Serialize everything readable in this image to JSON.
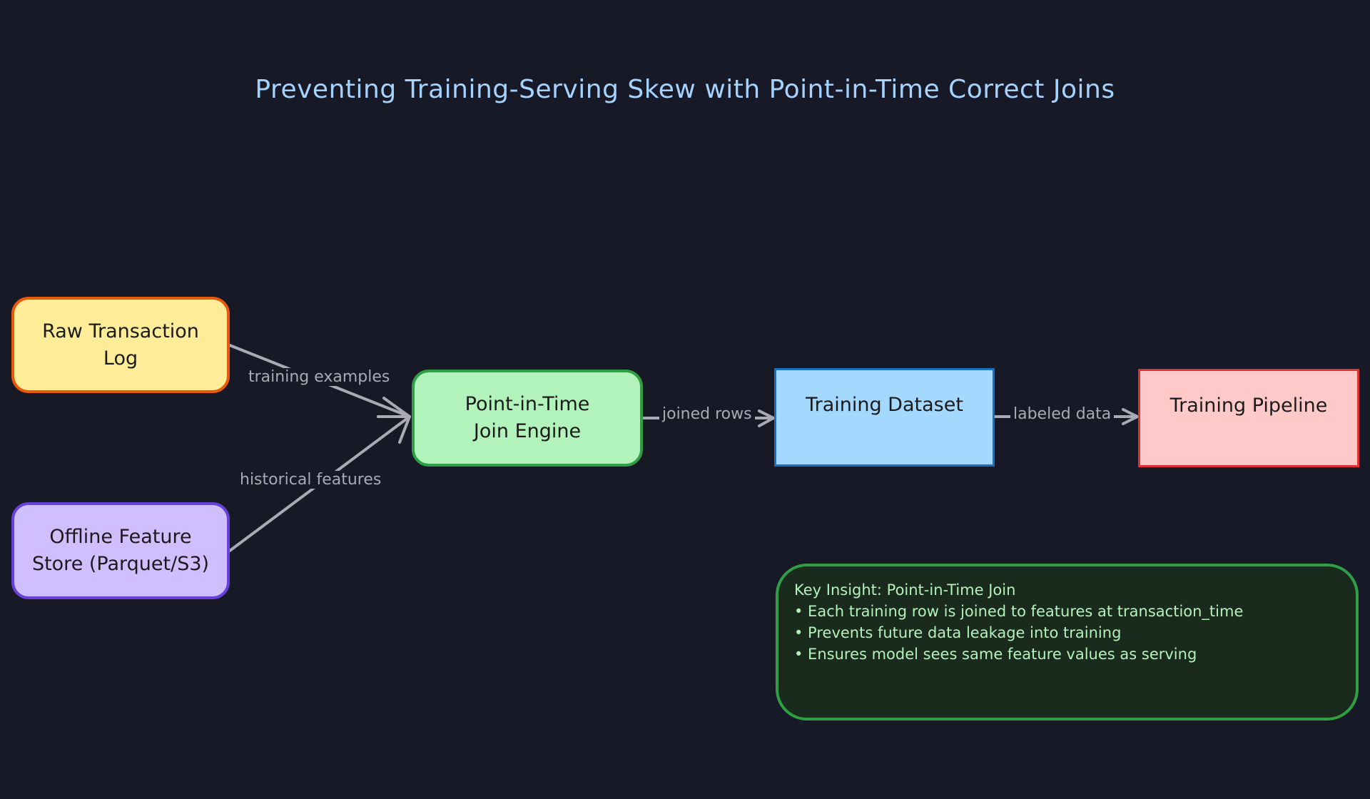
{
  "title": "Preventing Training-Serving Skew with Point-in-Time Correct Joins",
  "nodes": {
    "raw_log": "Raw Transaction\nLog",
    "offline_store": "Offline Feature\nStore (Parquet/S3)",
    "join_engine": "Point-in-Time\nJoin Engine",
    "training_dataset": "Training Dataset",
    "training_pipeline": "Training Pipeline"
  },
  "edges": {
    "training_examples": "training examples",
    "historical_features": "historical features",
    "joined_rows": "joined rows",
    "labeled_data": "labeled data"
  },
  "insight": {
    "heading": "Key Insight: Point-in-Time Join",
    "bullets": [
      "• Each training row is joined to features at transaction_time",
      "• Prevents future data leakage into training",
      "• Ensures model sees same feature values as serving"
    ]
  },
  "colors": {
    "background": "#181926",
    "title": "#a5d3ff",
    "edge": "#a9aab4"
  }
}
